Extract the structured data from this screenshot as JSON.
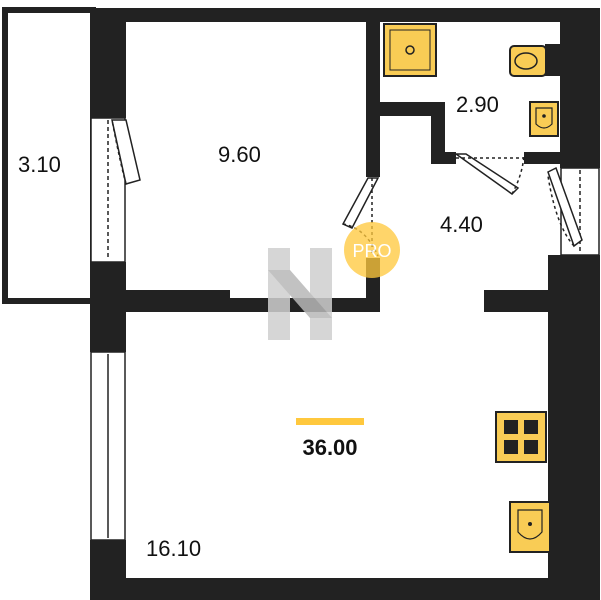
{
  "total_area": "36.00",
  "rooms": {
    "balcony": "3.10",
    "bedroom": "9.60",
    "bathroom": "2.90",
    "hall": "4.40",
    "living": "16.10"
  },
  "watermark": {
    "badge_text": "PRO"
  },
  "colors": {
    "wall": "#222222",
    "accent": "#FFC83D",
    "fixture": "#F9CC55",
    "background": "#FFFFFF",
    "watermark": "#C8C8C8"
  }
}
